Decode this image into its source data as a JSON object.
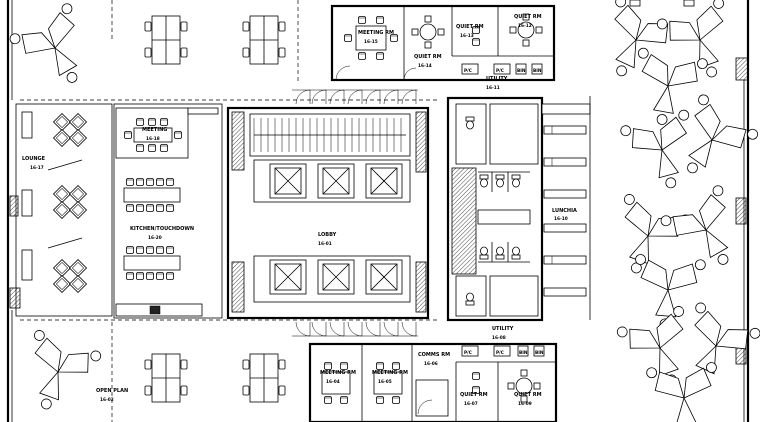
{
  "rooms": {
    "lounge": {
      "name": "LOUNGE",
      "id": "16-17"
    },
    "meeting_left": {
      "name": "MEETING",
      "id": "16-18"
    },
    "kitchen": {
      "name": "KITCHEN/TOUCHDOWN",
      "id": "16-20"
    },
    "lobby": {
      "name": "LOBBY",
      "id": "16-01"
    },
    "lunchia": {
      "name": "LUNCHIA",
      "id": "16-10"
    },
    "meeting_top": {
      "name": "MEETING RM",
      "id": "16-15"
    },
    "quiet_top_a": {
      "name": "QUIET RM",
      "id": "16-14"
    },
    "quiet_top_b": {
      "name": "QUIET RM",
      "id": "16-13"
    },
    "quiet_top_c": {
      "name": "QUIET RM",
      "id": "16-12"
    },
    "utility_top": {
      "name": "UTILITY",
      "id": "16-11"
    },
    "utility_bottom": {
      "name": "UTILITY",
      "id": "16-08"
    },
    "open_plan": {
      "name": "OPEN PLAN",
      "id": "16-02"
    },
    "meeting_bot_a": {
      "name": "MEETING RM",
      "id": "16-04"
    },
    "meeting_bot_b": {
      "name": "MEETING RM",
      "id": "16-05"
    },
    "comms": {
      "name": "COMMS RM",
      "id": "16-06"
    },
    "quiet_bot_a": {
      "name": "QUIET RM",
      "id": "16-07"
    },
    "quiet_bot_b": {
      "name": "QUIET RM",
      "id": "16-09"
    }
  },
  "tags": {
    "pc": "P/C",
    "bin": "BIN"
  }
}
